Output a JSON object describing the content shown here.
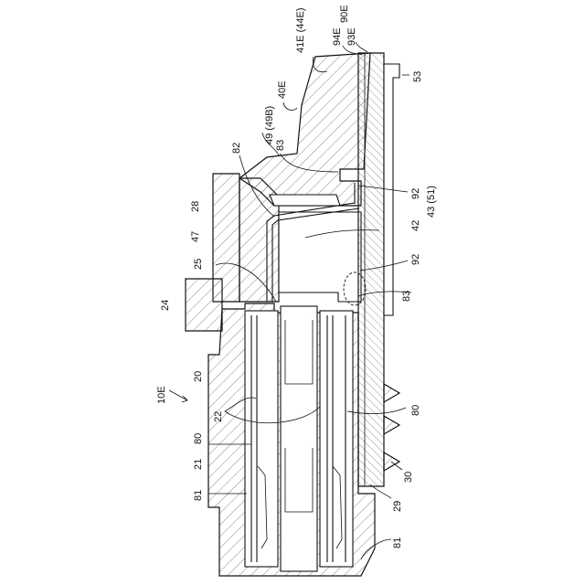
{
  "figure": {
    "labels": {
      "l_41e_44e": "41E (44E)",
      "l_94e": "94E",
      "l_90e": "90E",
      "l_93e": "93E",
      "l_53": "53",
      "l_40e": "40E",
      "l_49_49b": "49 (49B)",
      "l_82": "82",
      "l_83_top": "83",
      "l_92_top": "92",
      "l_43_51": "43 (51)",
      "l_28": "28",
      "l_47": "47",
      "l_42": "42",
      "l_92_mid": "92",
      "l_25": "25",
      "l_83_mid": "83",
      "l_24": "24",
      "l_20": "20",
      "l_10e": "10E",
      "l_22": "22",
      "l_80_right": "80",
      "l_80_left": "80",
      "l_21": "21",
      "l_30": "30",
      "l_81_left": "81",
      "l_29": "29",
      "l_81_bottom": "81"
    }
  }
}
